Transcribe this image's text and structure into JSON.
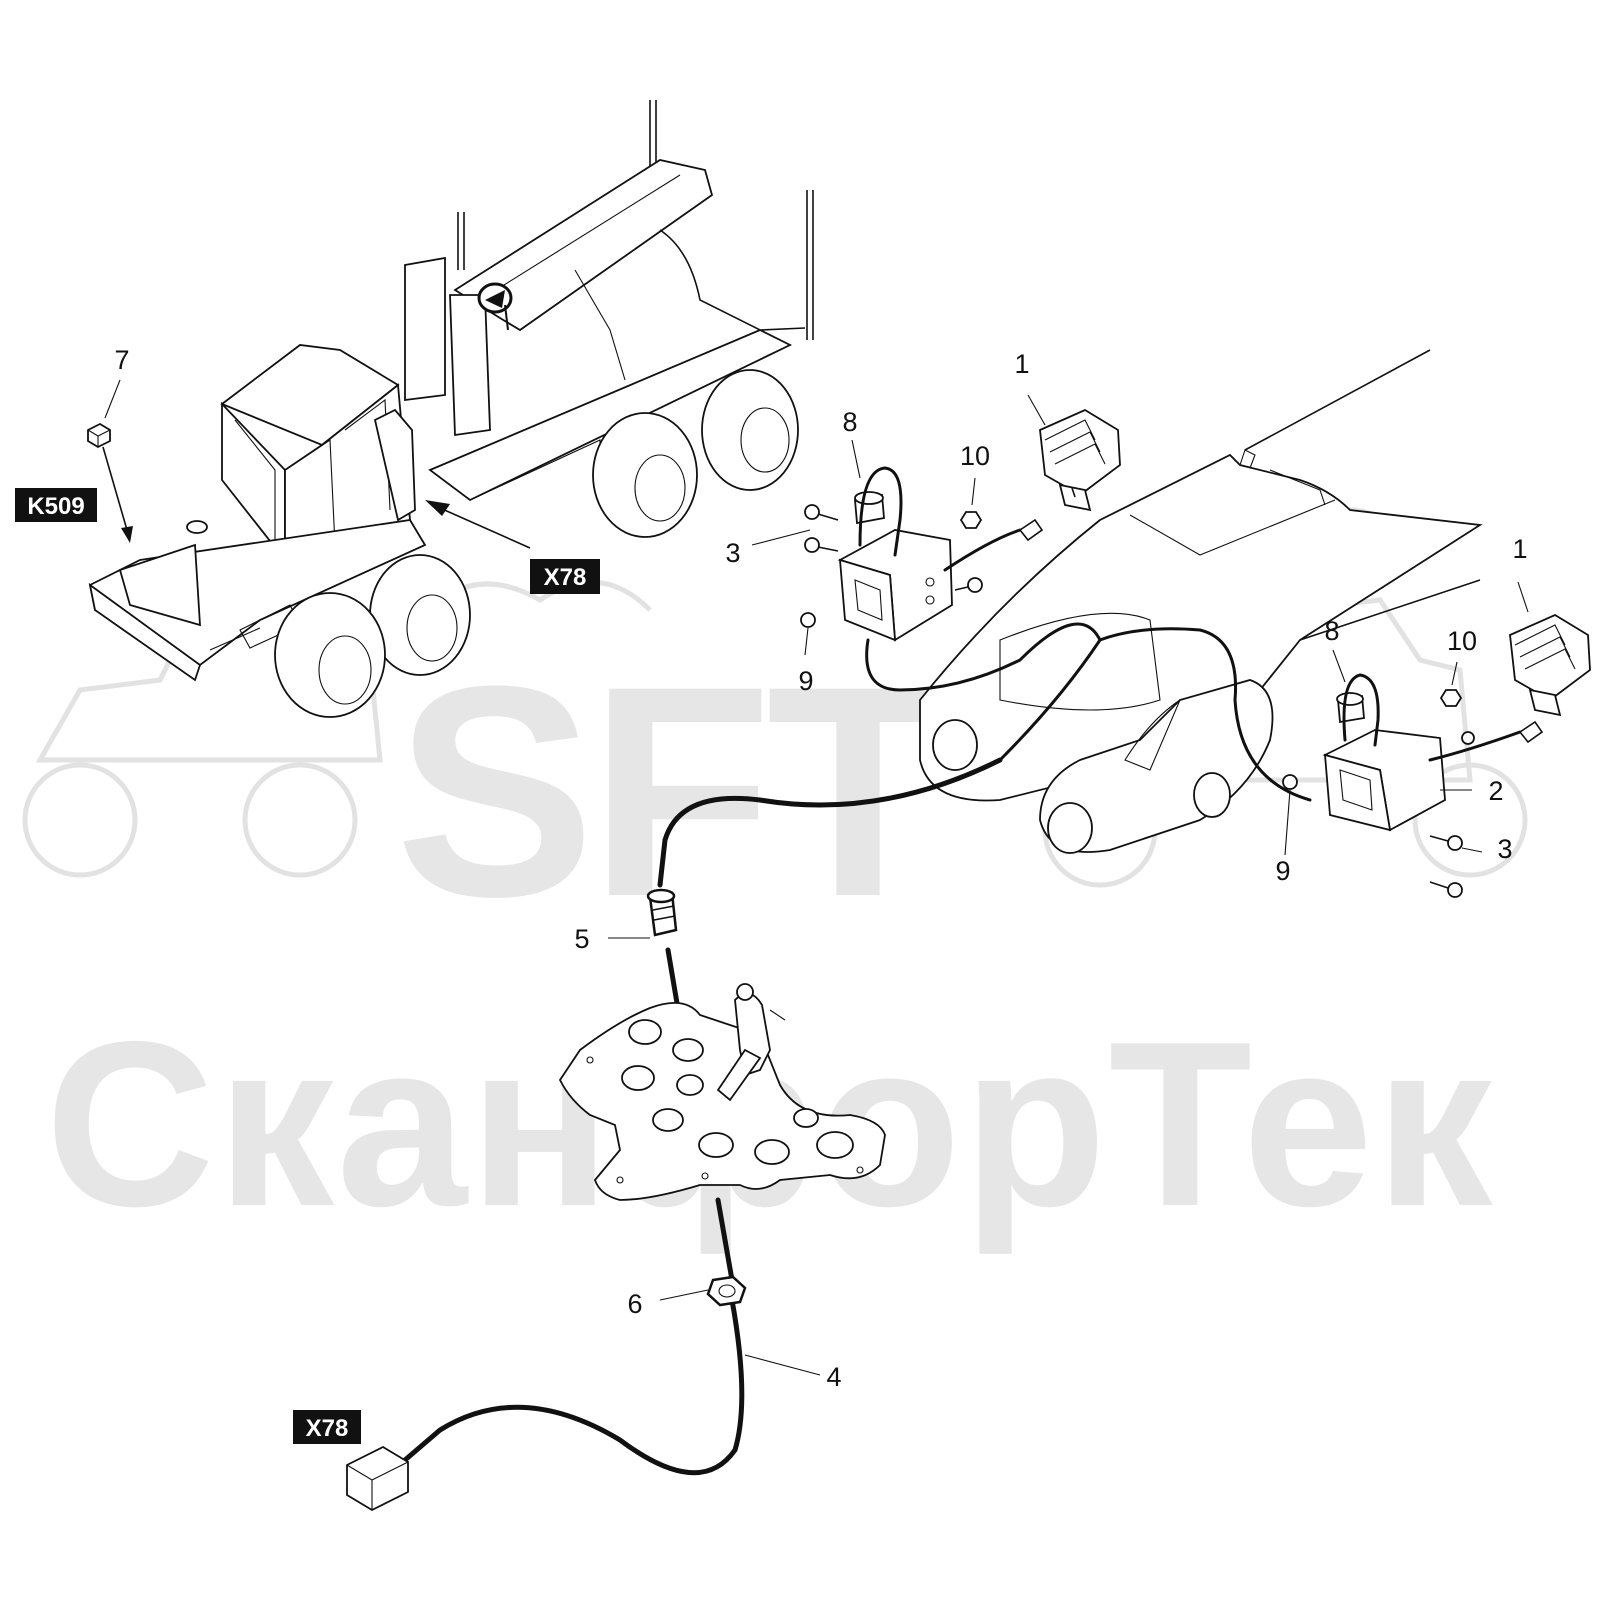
{
  "watermark": {
    "logo": "SFT",
    "name": "СканфорТек"
  },
  "tags": {
    "k509": "K509",
    "x78_top": "X78",
    "x78_bottom": "X78"
  },
  "callouts": {
    "c1_left": "1",
    "c1_right": "1",
    "c2": "2",
    "c3_left": "3",
    "c3_right": "3",
    "c4": "4",
    "c5": "5",
    "c6": "6",
    "c7": "7",
    "c8_left": "8",
    "c8_right": "8",
    "c9_left": "9",
    "c9_right": "9",
    "c10_left": "10",
    "c10_right": "10"
  }
}
